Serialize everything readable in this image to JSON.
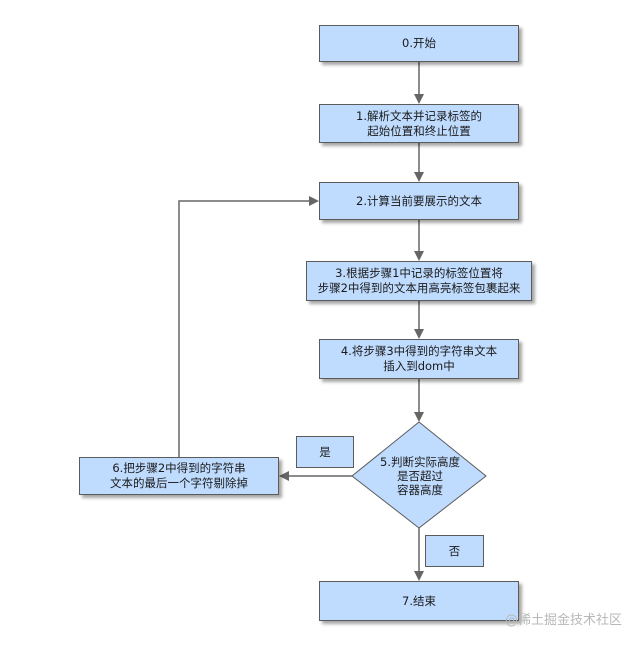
{
  "flowchart": {
    "start": "0.开始",
    "parse": "1.解析文本并记录标签的\n起始位置和终止位置",
    "compute": "2.计算当前要展示的文本",
    "wrap": "3.根据步骤1中记录的标签位置将\n步骤2中得到的文本用高亮标签包裹起来",
    "insert": "4.将步骤3中得到的字符串文本\n插入到dom中",
    "decision": "5.判断实际高度\n是否超过\n容器高度",
    "remove": "6.把步骤2中得到的字符串\n文本的最后一个字符剔除掉",
    "end": "7.结束",
    "yes_label": "是",
    "no_label": "否"
  },
  "watermark": "@稀土掘金技术社区",
  "colors": {
    "node_fill": "#bfdcff",
    "border": "#5b5b5b",
    "arrow": "#666666"
  }
}
